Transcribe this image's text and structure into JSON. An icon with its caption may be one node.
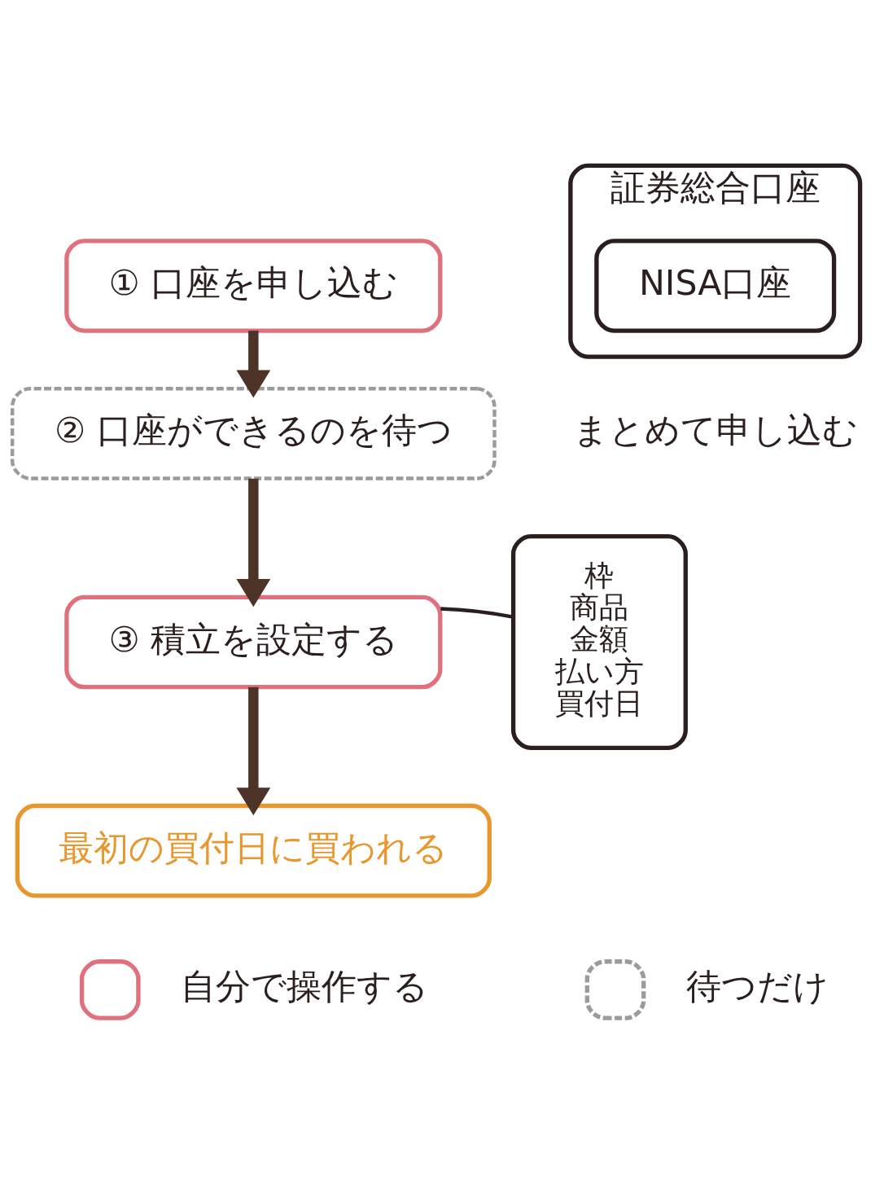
{
  "diagram": {
    "nodes": [
      {
        "text": [
          "① 口座を申し込む"
        ]
      },
      {
        "text": [
          "証券総合口座"
        ],
        "beside": [
          "まとめて申し込む"
        ]
      },
      {
        "text": [
          "NISA口座"
        ],
        "in": 1
      },
      {
        "text": [
          "② 口座ができるのを待つ"
        ]
      },
      {
        "text": [
          "③ 積立を設定する"
        ]
      },
      {
        "text": [
          "枠",
          "商品",
          "金額",
          "払い方",
          "買付日"
        ]
      },
      {
        "text": [
          "最初の買付日に買われる"
        ]
      }
    ],
    "edges": [
      {
        "from": 0,
        "to": 3,
        "arrow": "to"
      },
      {
        "from": 3,
        "to": 4,
        "arrow": "to"
      },
      {
        "from": 4,
        "to": 6,
        "arrow": "to"
      },
      {
        "from": 5,
        "to": 4,
        "arrow": "none",
        "color": "#2b1e1e"
      }
    ],
    "legend": [
      {
        "text": "自分で操作する"
      },
      {
        "text": "待つだけ"
      }
    ]
  }
}
